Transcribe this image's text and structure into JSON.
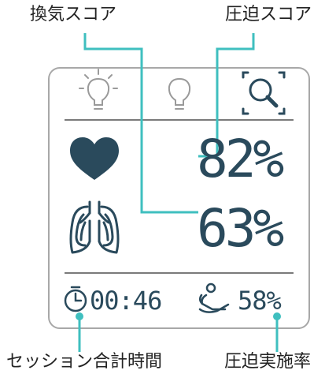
{
  "callouts": {
    "ventilation_score": "換気スコア",
    "compression_score": "圧迫スコア",
    "session_total_time": "セッション合計時間",
    "compression_rate": "圧迫実施率"
  },
  "display": {
    "compression_value": "82%",
    "ventilation_value": "63%",
    "timer_value": "00:46",
    "rate_value": "58%"
  },
  "icons": {
    "mode_1": "lightbulb-glowing-icon",
    "mode_2": "lightbulb-icon",
    "mode_3": "magnifier-icon",
    "compression": "heart-icon",
    "ventilation": "lungs-icon",
    "timer": "stopwatch-icon",
    "rate": "hands-compression-icon"
  },
  "colors": {
    "device_text": "#2a4a5c",
    "leader_line": "#3fbfbf",
    "frame": "#a8a8a8"
  }
}
